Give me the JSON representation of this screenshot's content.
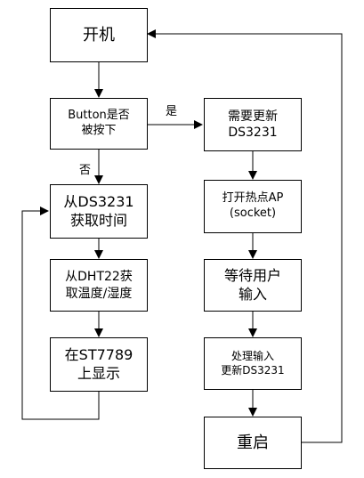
{
  "nodes": {
    "boot": "开机",
    "button": "Button是否\n被按下",
    "ds_read": "从DS3231\n获取时间",
    "dht": "从DHT22获\n取温度/湿度",
    "display": "在ST7789\n上显示",
    "need_update": "需要更新\nDS3231",
    "hotspot": "打开热点AP\n(socket)",
    "wait": "等待用户\n输入",
    "process": "处理输入\n更新DS3231",
    "restart": "重启"
  },
  "edge_labels": {
    "yes": "是",
    "no": "否"
  },
  "colors": {
    "stroke": "#000000",
    "fill": "#ffffff"
  }
}
